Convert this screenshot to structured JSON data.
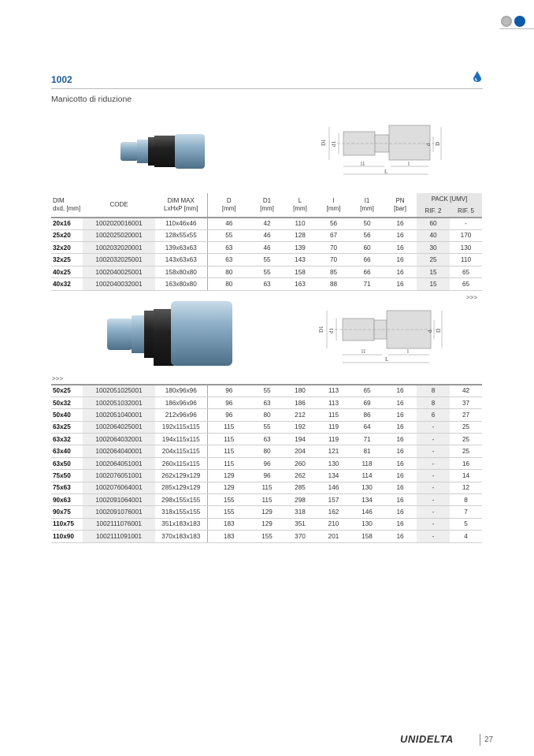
{
  "header": {
    "title": "1002",
    "subtitle": "Manicotto di riduzione",
    "accent": "#1d5b96"
  },
  "icons": [
    "grid-dot-icon",
    "blue-dot-icon",
    "water-drop-icon"
  ],
  "diagram_labels": {
    "D1": "D1",
    "d1": "d1",
    "d": "d",
    "D": "D",
    "l1": "l1",
    "l": "l",
    "L": "L"
  },
  "table_headers": {
    "dim": "DIM",
    "dim_sub": "dxd, [mm]",
    "code": "CODE",
    "dimmax": "DIM MAX",
    "dimmax_sub": "LxHxP [mm]",
    "D": "D",
    "D1": "D1",
    "L": "L",
    "I": "I",
    "I1": "I1",
    "mm": "[mm]",
    "PN": "PN",
    "bar": "[bar]",
    "pack": "PACK [UMV]",
    "rif2": "RIF. 2",
    "rif5": "RIF. 5"
  },
  "continue_marker": ">>>",
  "table1": [
    [
      "20x16",
      "1002020016001",
      "110x46x46",
      "46",
      "42",
      "110",
      "56",
      "50",
      "16",
      "60",
      "-"
    ],
    [
      "25x20",
      "1002025020001",
      "128x55x55",
      "55",
      "46",
      "128",
      "67",
      "56",
      "16",
      "40",
      "170"
    ],
    [
      "32x20",
      "1002032020001",
      "139x63x63",
      "63",
      "46",
      "139",
      "70",
      "60",
      "16",
      "30",
      "130"
    ],
    [
      "32x25",
      "1002032025001",
      "143x63x63",
      "63",
      "55",
      "143",
      "70",
      "66",
      "16",
      "25",
      "110"
    ],
    [
      "40x25",
      "1002040025001",
      "158x80x80",
      "80",
      "55",
      "158",
      "85",
      "66",
      "16",
      "15",
      "65"
    ],
    [
      "40x32",
      "1002040032001",
      "163x80x80",
      "80",
      "63",
      "163",
      "88",
      "71",
      "16",
      "15",
      "65"
    ]
  ],
  "table2": [
    [
      "50x25",
      "1002051025001",
      "180x96x96",
      "96",
      "55",
      "180",
      "113",
      "65",
      "16",
      "8",
      "42"
    ],
    [
      "50x32",
      "1002051032001",
      "186x96x96",
      "96",
      "63",
      "186",
      "113",
      "69",
      "16",
      "8",
      "37"
    ],
    [
      "50x40",
      "1002051040001",
      "212x96x96",
      "96",
      "80",
      "212",
      "115",
      "86",
      "16",
      "6",
      "27"
    ],
    [
      "63x25",
      "1002064025001",
      "192x115x115",
      "115",
      "55",
      "192",
      "119",
      "64",
      "16",
      "-",
      "25"
    ],
    [
      "63x32",
      "1002064032001",
      "194x115x115",
      "115",
      "63",
      "194",
      "119",
      "71",
      "16",
      "-",
      "25"
    ],
    [
      "63x40",
      "1002064040001",
      "204x115x115",
      "115",
      "80",
      "204",
      "121",
      "81",
      "16",
      "-",
      "25"
    ],
    [
      "63x50",
      "1002064051001",
      "260x115x115",
      "115",
      "96",
      "260",
      "130",
      "118",
      "16",
      "-",
      "16"
    ],
    [
      "75x50",
      "1002076051001",
      "262x129x129",
      "129",
      "96",
      "262",
      "134",
      "114",
      "16",
      "-",
      "14"
    ],
    [
      "75x63",
      "1002076064001",
      "285x129x129",
      "129",
      "115",
      "285",
      "146",
      "130",
      "16",
      "-",
      "12"
    ],
    [
      "90x63",
      "1002091064001",
      "298x155x155",
      "155",
      "115",
      "298",
      "157",
      "134",
      "16",
      "-",
      "8"
    ],
    [
      "90x75",
      "1002091076001",
      "318x155x155",
      "155",
      "129",
      "318",
      "162",
      "146",
      "16",
      "-",
      "7"
    ],
    [
      "110x75",
      "1002111076001",
      "351x183x183",
      "183",
      "129",
      "351",
      "210",
      "130",
      "16",
      "-",
      "5"
    ],
    [
      "110x90",
      "1002111091001",
      "370x183x183",
      "183",
      "155",
      "370",
      "201",
      "158",
      "16",
      "-",
      "4"
    ]
  ],
  "footer": {
    "brand": "UNIDELTA",
    "page": "27"
  }
}
